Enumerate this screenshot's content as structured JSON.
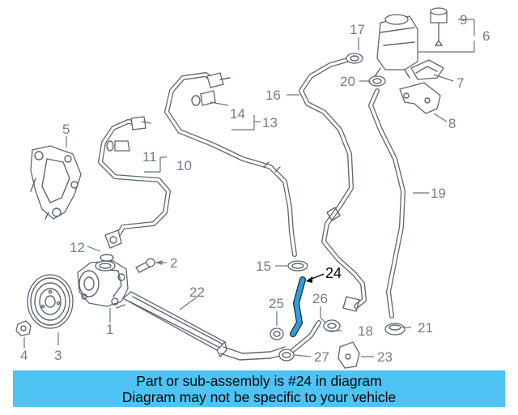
{
  "colors": {
    "banner_bg": "#4ec3f4",
    "highlight_part": "#2d9fe0",
    "line_gray": "#5d6670",
    "callout_gray": "#757d84"
  },
  "highlighted_part": "24",
  "callouts": {
    "c1": "1",
    "c2": "2",
    "c3": "3",
    "c4": "4",
    "c5": "5",
    "c6": "6",
    "c7": "7",
    "c8": "8",
    "c9": "9",
    "c10": "10",
    "c11": "11",
    "c12": "12",
    "c13": "13",
    "c14": "14",
    "c15": "15",
    "c16": "16",
    "c17": "17",
    "c18": "18",
    "c19": "19",
    "c20": "20",
    "c21": "21",
    "c22": "22",
    "c23": "23",
    "c24": "24",
    "c25": "25",
    "c26": "26",
    "c27": "27"
  },
  "banner": {
    "line1": "Part or sub-assembly is #24 in diagram",
    "line2": "Diagram may not be specific to your vehicle"
  }
}
